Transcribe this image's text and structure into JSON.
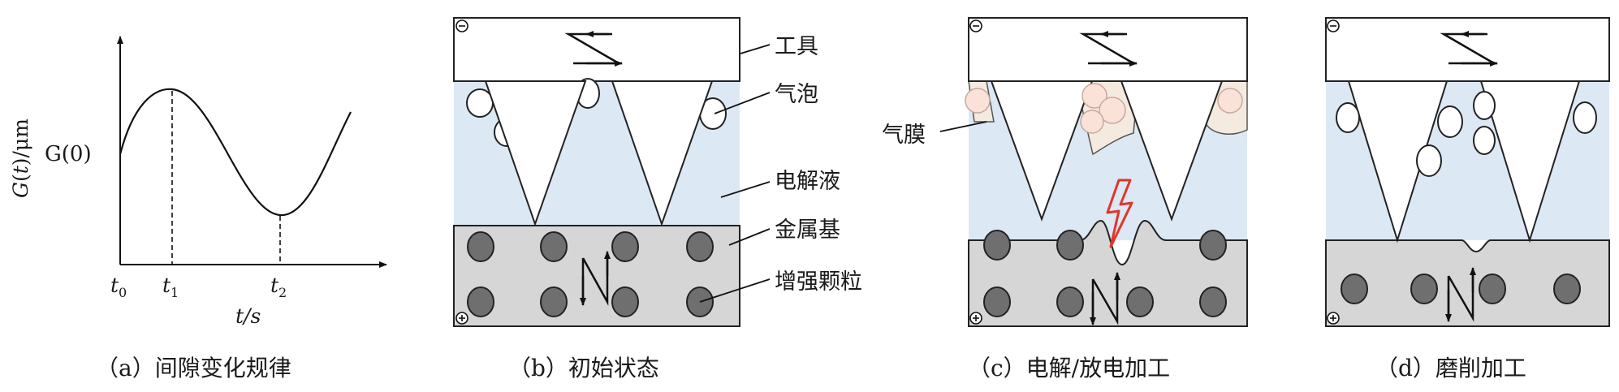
{
  "colors": {
    "electrolyte": "#dce8f4",
    "metal": "#d6d6d6",
    "particle": "#707070",
    "spark": "#e0352b",
    "film": "#f4eadf"
  },
  "panel_a": {
    "caption": "（a）间隙变化规律",
    "ylabel_g": "G",
    "ylabel_t": "t",
    "ylabel_unit": ")/μm",
    "g0_label": "G(0)",
    "xlabel": "t/s",
    "t0": "t",
    "t0_sub": "0",
    "t1": "t",
    "t1_sub": "1",
    "t2": "t",
    "t2_sub": "2"
  },
  "panel_b": {
    "caption": "（b）初始状态",
    "labels": {
      "tool": "工具",
      "bubble": "气泡",
      "electrolyte": "电解液",
      "metal": "金属基",
      "particle": "增强颗粒"
    }
  },
  "panel_c": {
    "caption": "（c）电解/放电加工",
    "labels": {
      "film": "气膜"
    }
  },
  "panel_d": {
    "caption": "（d）磨削加工"
  },
  "icons": {
    "minus": "⊖",
    "plus": "⊕"
  }
}
